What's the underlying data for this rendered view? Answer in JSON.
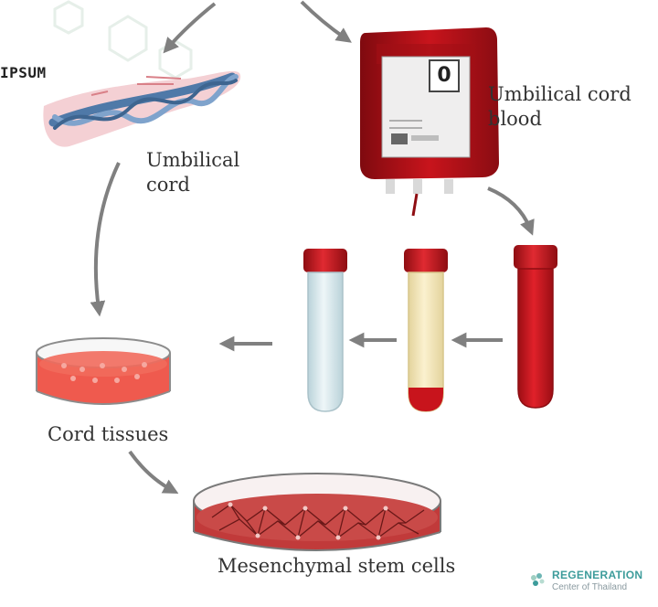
{
  "labels": {
    "corner_text": "IPSUM",
    "umbilical_cord_line1": "Umbilical",
    "umbilical_cord_line2": "cord",
    "cord_blood_line1": "Umbilical cord",
    "cord_blood_line2": "blood",
    "bag_mark": "0",
    "cord_tissues": "Cord tissues",
    "stem_cells": "Mesenchymal stem cells"
  },
  "logo": {
    "title": "REGENERATION",
    "subtitle": "Center of Thailand"
  },
  "colors": {
    "blood": "#c8141c",
    "blood_dark": "#8e0d12",
    "cap": "#c81a22",
    "plasma": "#f3e7b8",
    "clear": "#d6e7ec",
    "arrow": "#808080",
    "dish_fill": "#ef5a4e",
    "cord_blue": "#5b87b8",
    "cord_pink": "#f0c0c6"
  }
}
